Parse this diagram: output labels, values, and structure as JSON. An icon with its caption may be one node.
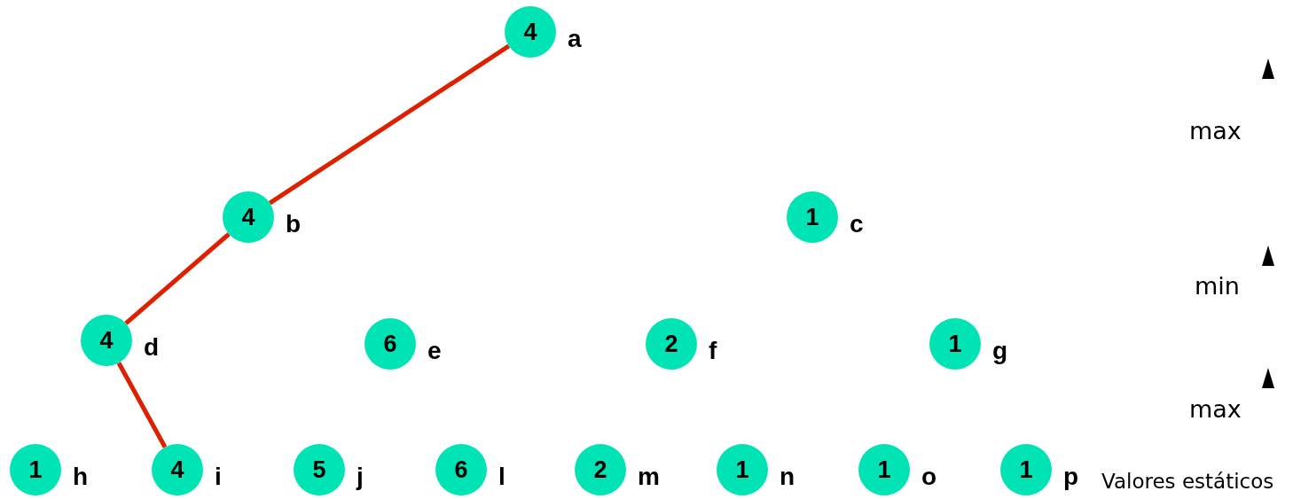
{
  "diagram": {
    "nodes": [
      {
        "text": [
          "4"
        ],
        "beside": [
          "a"
        ]
      },
      {
        "text": [
          "4"
        ],
        "beside": [
          "b"
        ]
      },
      {
        "text": [
          "1"
        ],
        "beside": [
          "c"
        ]
      },
      {
        "text": [
          "4"
        ],
        "beside": [
          "d"
        ]
      },
      {
        "text": [
          "6"
        ],
        "beside": [
          "e"
        ]
      },
      {
        "text": [
          "2"
        ],
        "beside": [
          "f"
        ]
      },
      {
        "text": [
          "1"
        ],
        "beside": [
          "g"
        ]
      },
      {
        "text": [
          "1"
        ],
        "beside": [
          "h"
        ]
      },
      {
        "text": [
          "4"
        ],
        "beside": [
          "i"
        ]
      },
      {
        "text": [
          "5"
        ],
        "beside": [
          "j"
        ]
      },
      {
        "text": [
          "6"
        ],
        "beside": [
          "l"
        ]
      },
      {
        "text": [
          "2"
        ],
        "beside": [
          "m"
        ]
      },
      {
        "text": [
          "1"
        ],
        "beside": [
          "n"
        ]
      },
      {
        "text": [
          "1"
        ],
        "beside": [
          "o"
        ]
      },
      {
        "text": [
          "1"
        ],
        "beside": [
          "p"
        ]
      }
    ],
    "edges": [
      {
        "from": 0,
        "to": 1,
        "arrow": "none"
      },
      {
        "from": 1,
        "to": 3,
        "arrow": "none"
      },
      {
        "from": 3,
        "to": 8,
        "arrow": "none"
      }
    ],
    "labels": [
      "max",
      "min",
      "max",
      "Valores estáticos"
    ]
  }
}
